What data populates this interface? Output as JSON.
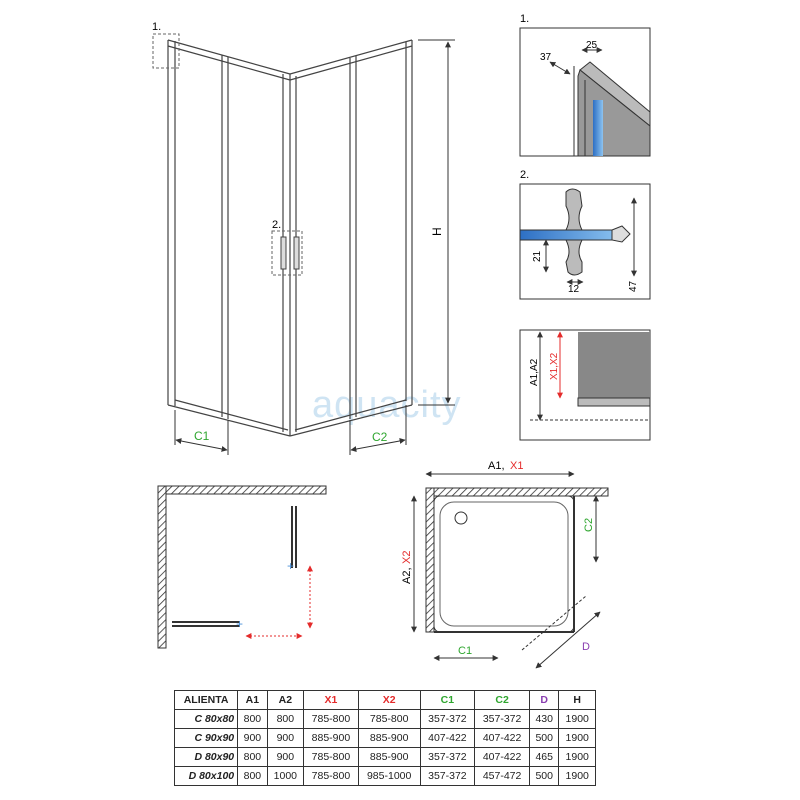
{
  "watermark": "aquacity",
  "drawing": {
    "marker_1": "1.",
    "marker_2": "2.",
    "height_label": "H",
    "c1_label": "C1",
    "c2_label": "C2"
  },
  "detail1": {
    "marker": "1.",
    "dim_a": "25",
    "dim_b": "37"
  },
  "detail2": {
    "marker": "2.",
    "dim_a": "21",
    "dim_b": "12",
    "dim_c": "47"
  },
  "detail3": {
    "label_a": "A1,A2",
    "label_x": "X1,X2"
  },
  "plan": {
    "top_a": "A1, ",
    "top_x": "X1",
    "side_a": "A2, ",
    "side_x": "X2",
    "c1": "C1",
    "c2": "C2",
    "d": "D"
  },
  "colors": {
    "x": "#e42b2b",
    "c": "#2fa62f",
    "d": "#8a3fb0",
    "glass": "#4a90d9",
    "line": "#333333"
  },
  "table": {
    "headers": [
      "ALIENTA",
      "A1",
      "A2",
      "X1",
      "X2",
      "C1",
      "C2",
      "D",
      "H"
    ],
    "rows": [
      [
        "C 80x80",
        "800",
        "800",
        "785-800",
        "785-800",
        "357-372",
        "357-372",
        "430",
        "1900"
      ],
      [
        "C 90x90",
        "900",
        "900",
        "885-900",
        "885-900",
        "407-422",
        "407-422",
        "500",
        "1900"
      ],
      [
        "D 80x90",
        "800",
        "900",
        "785-800",
        "885-900",
        "357-372",
        "407-422",
        "465",
        "1900"
      ],
      [
        "D 80x100",
        "800",
        "1000",
        "785-800",
        "985-1000",
        "357-372",
        "457-472",
        "500",
        "1900"
      ]
    ]
  }
}
